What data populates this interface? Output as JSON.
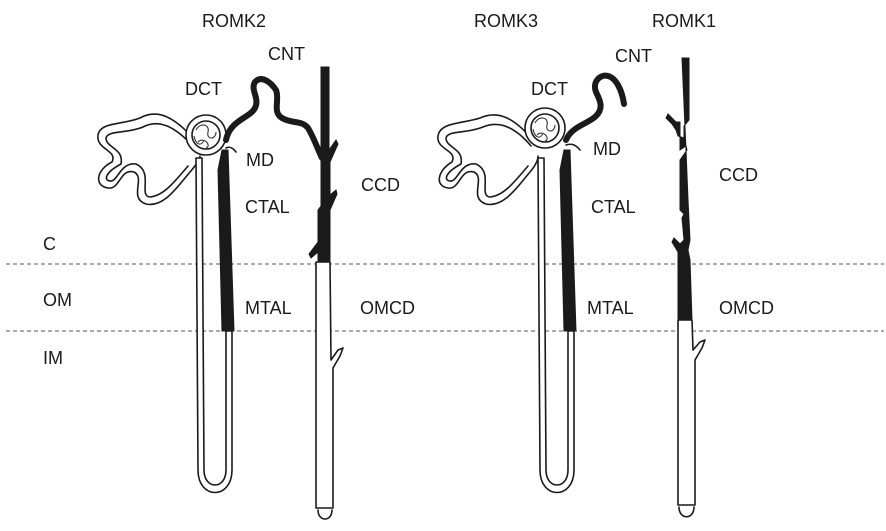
{
  "zones": {
    "cortex": "C",
    "outer_medulla": "OM",
    "inner_medulla": "IM"
  },
  "nephron_left": {
    "title": "ROMK2",
    "dct": "DCT",
    "cnt": "CNT",
    "md": "MD",
    "ctal": "CTAL",
    "mtal": "MTAL",
    "ccd": "CCD",
    "omcd": "OMCD"
  },
  "nephron_right": {
    "title": "ROMK3",
    "dct": "DCT",
    "cnt": "CNT",
    "md": "MD",
    "ctal": "CTAL",
    "mtal": "MTAL",
    "ccd": "CCD",
    "omcd": "OMCD"
  },
  "duct_right": {
    "title": "ROMK1"
  },
  "colors": {
    "ink": "#1a1a1a",
    "background": "#ffffff",
    "dashed_line": "#555555"
  }
}
